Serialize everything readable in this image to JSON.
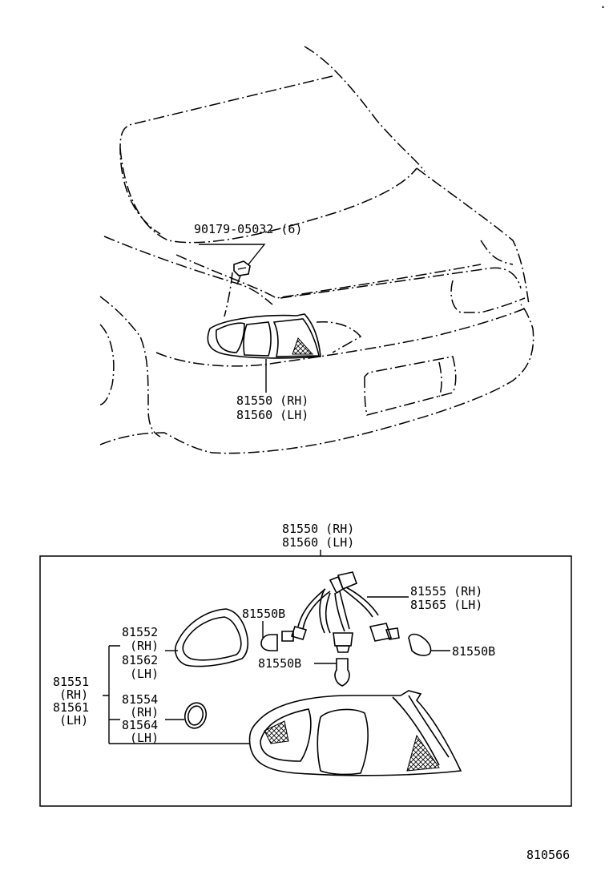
{
  "corner_mark": "·",
  "top": {
    "bolt": "90179-05032 (6)",
    "lamp_rh": "81550 (RH)",
    "lamp_lh": "81560 (LH)"
  },
  "detail": {
    "header_rh": "81550 (RH)",
    "header_lh": "81560 (LH)",
    "socket_rh": "81555 (RH)",
    "socket_lh": "81565 (LH)",
    "bulb_upper": "81550B",
    "bulb_right": "81550B",
    "bulb_lower": "81550B",
    "gasket_num": "81552",
    "gasket_rh": "(RH)",
    "gasket_num2": "81562",
    "gasket_lh": "(LH)",
    "lens_num": "81551",
    "lens_rh": "(RH)",
    "lens_num2": "81561",
    "lens_lh": "(LH)",
    "ring_num": "81554",
    "ring_rh": "(RH)",
    "ring_num2": "81564",
    "ring_lh": "(LH)"
  },
  "figure_number": "810566"
}
